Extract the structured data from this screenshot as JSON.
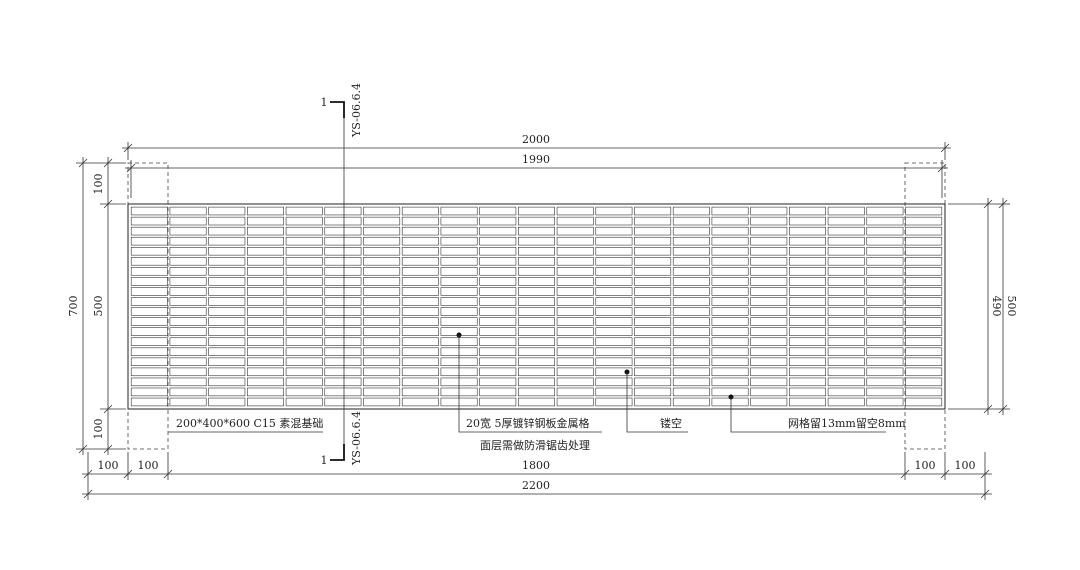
{
  "dimensions": {
    "top_outer": "2000",
    "top_inner": "1990",
    "bottom_total": "2200",
    "bottom_middle": "1800",
    "bottom_left_1": "100",
    "bottom_left_2": "100",
    "bottom_right_1": "100",
    "bottom_right_2": "100",
    "left_total": "700",
    "left_top": "100",
    "left_middle": "500",
    "left_bottom": "100",
    "right_outer": "500",
    "right_inner": "490"
  },
  "section_marks": {
    "top_number": "1",
    "top_ref": "YS-06.6.4",
    "bottom_number": "1",
    "bottom_ref": "YS-06.6.4"
  },
  "annotations": {
    "foundation": "200*400*600 C15 素混基础",
    "grating_line1": "20宽 5厚镀锌钢板金属格",
    "grating_line2": "面层需做防滑锯齿处理",
    "hollow": "镂空",
    "mesh": "网格留13mm留空8mm"
  },
  "grid": {
    "columns": 21,
    "rows": 20
  }
}
